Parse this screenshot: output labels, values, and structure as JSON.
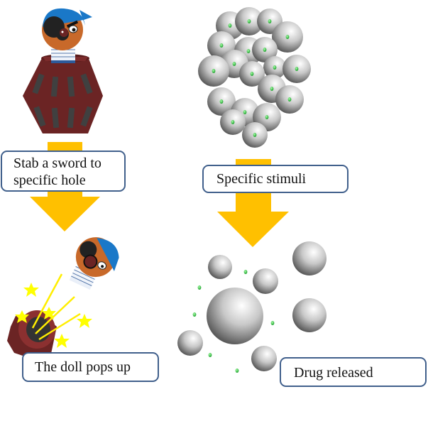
{
  "diagram": {
    "title": "Pirate barrel analogy for stimulus-responsive drug release",
    "colors": {
      "arrow": "#ffc000",
      "box_border": "#41608c",
      "barrel": "#6b2424",
      "barrel_dark": "#4a1818",
      "barrel_slot": "#404040",
      "bandana": "#1a78c8",
      "face": "#c8692a",
      "sphere_light": "#ffffff",
      "sphere_dark": "#555555",
      "drug_dot": "#22cc33",
      "star": "#ffff00",
      "burst_line": "#ffee00"
    },
    "left_panel": {
      "step1_label_line1": "Stab a sword to",
      "step1_label_line2": "specific hole",
      "step2_label": "The doll pops up"
    },
    "right_panel": {
      "step1_label": "Specific stimuli",
      "step2_label": "Drug released"
    }
  }
}
